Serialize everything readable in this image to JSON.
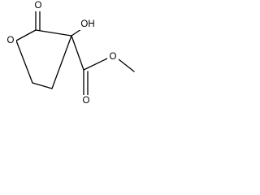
{
  "molecule": {
    "atoms": {
      "ring_oxygen": "O",
      "carbonyl_oxygen": "O",
      "hydroxyl": "OH",
      "ester_carbonyl_oxygen": "O",
      "ester_oxygen": "O"
    }
  }
}
